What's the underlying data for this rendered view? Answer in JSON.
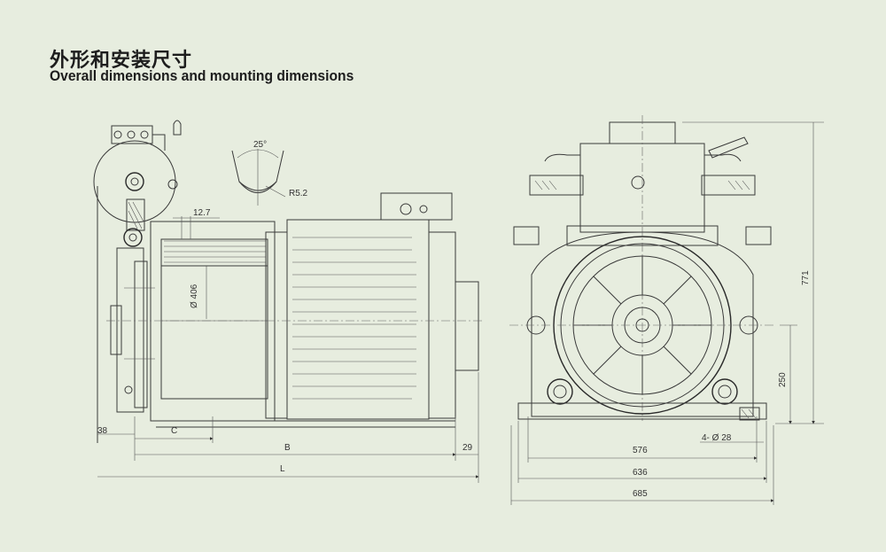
{
  "header": {
    "title_cn": "外形和安装尺寸",
    "title_en": "Overall dimensions and mounting dimensions"
  },
  "side_view": {
    "groove_angle": "25°",
    "groove_radius": "R5.2",
    "groove_pitch": "12.7",
    "sheave_diameter": "Ø 406",
    "dim_38": "38",
    "dim_c": "C",
    "dim_b": "B",
    "dim_29": "29",
    "dim_l": "L"
  },
  "front_view": {
    "dim_576": "576",
    "dim_636": "636",
    "dim_685": "685",
    "dim_771": "771",
    "dim_250": "250",
    "holes": "4- Ø 28"
  },
  "colors": {
    "background": "#e7eddf",
    "line": "#3a3a3a"
  }
}
